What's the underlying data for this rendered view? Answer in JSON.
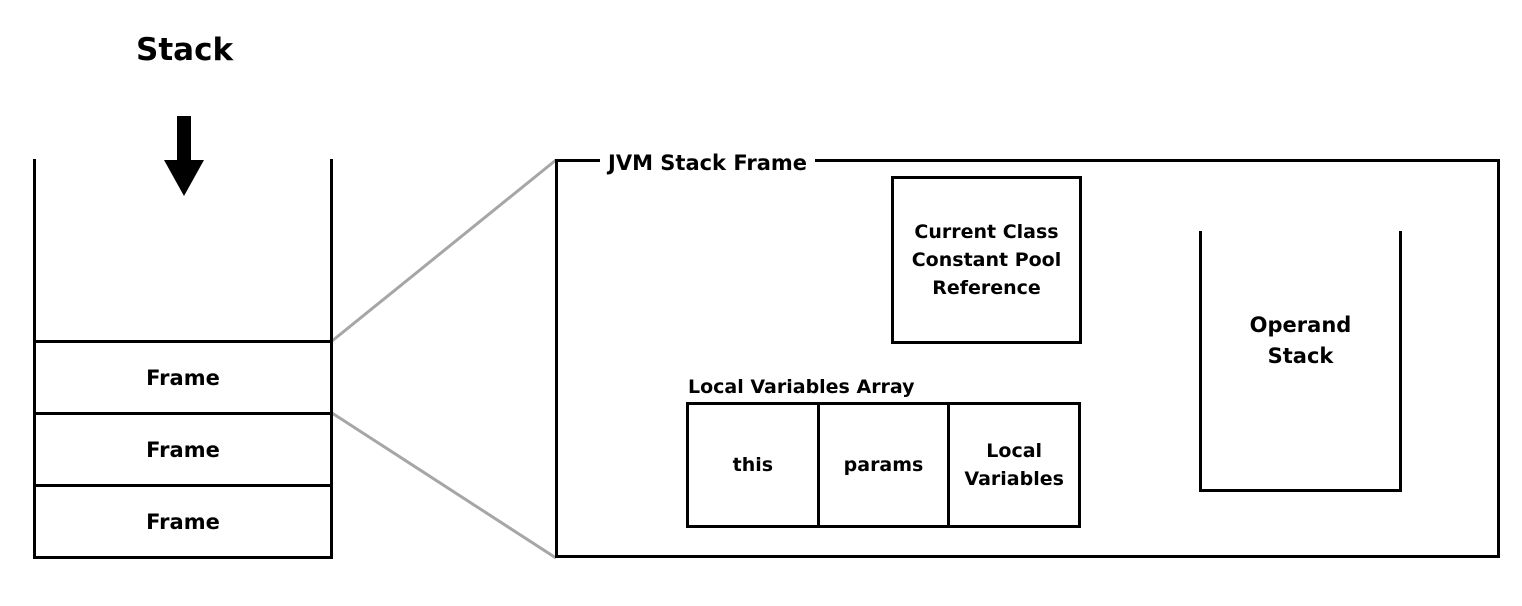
{
  "stack": {
    "title": "Stack",
    "frames": [
      "Frame",
      "Frame",
      "Frame"
    ]
  },
  "jvm_frame": {
    "title": "JVM Stack Frame",
    "constant_pool": [
      "Current Class",
      "Constant Pool",
      "Reference"
    ],
    "local_variables_array": {
      "title": "Local Variables Array",
      "cells": [
        {
          "lines": [
            "this"
          ]
        },
        {
          "lines": [
            "params"
          ]
        },
        {
          "lines": [
            "Local",
            "Variables"
          ]
        }
      ]
    },
    "operand_stack": [
      "Operand",
      "Stack"
    ]
  },
  "colors": {
    "line": "#000000",
    "connector": "#a6a6a6"
  }
}
